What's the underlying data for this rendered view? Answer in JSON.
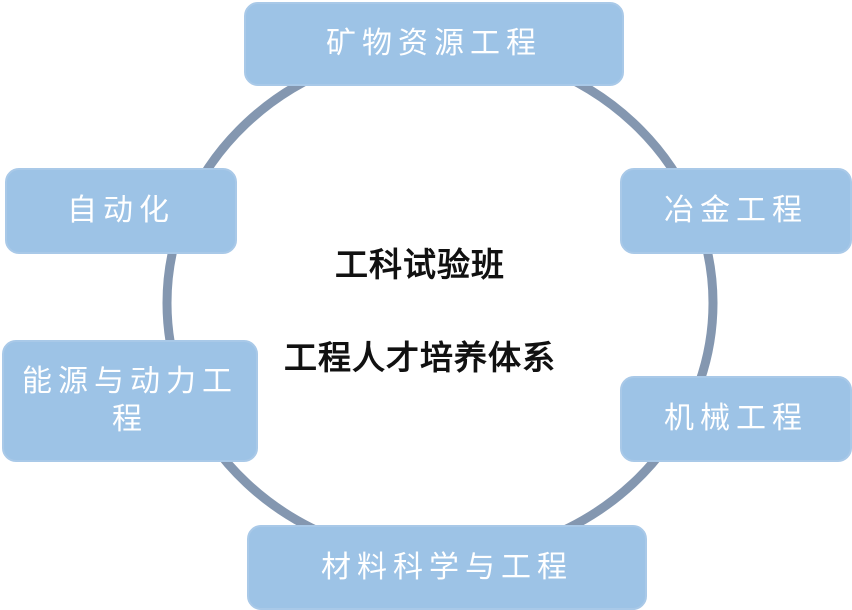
{
  "center": {
    "line1": "工科试验班",
    "line2": "工程人才培养体系"
  },
  "nodes": {
    "top": "矿物资源工程",
    "right_upper": "冶金工程",
    "right_lower": "机械工程",
    "bottom": "材料科学与工程",
    "left_lower": "能源与动力工程",
    "left_upper": "自动化"
  },
  "colors": {
    "box_fill": "#9dc3e6",
    "ring": "#8497b0",
    "box_text": "#ffffff",
    "center_text": "#111111"
  }
}
